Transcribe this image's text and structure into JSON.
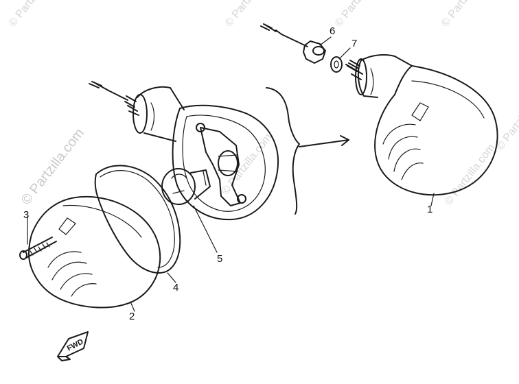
{
  "watermark": {
    "main": "© Partzilla.com",
    "repeat": "© Partzilla.com"
  },
  "direction_badge": {
    "text": "FWD"
  },
  "callouts": {
    "lens_rear": "1",
    "lens_front": "2",
    "screw": "3",
    "gasket": "4",
    "bulb": "5",
    "nut": "6",
    "washer": "7"
  },
  "colors": {
    "line": "#1a1a1a",
    "watermark": "#c9c9c9",
    "background": "#ffffff"
  }
}
